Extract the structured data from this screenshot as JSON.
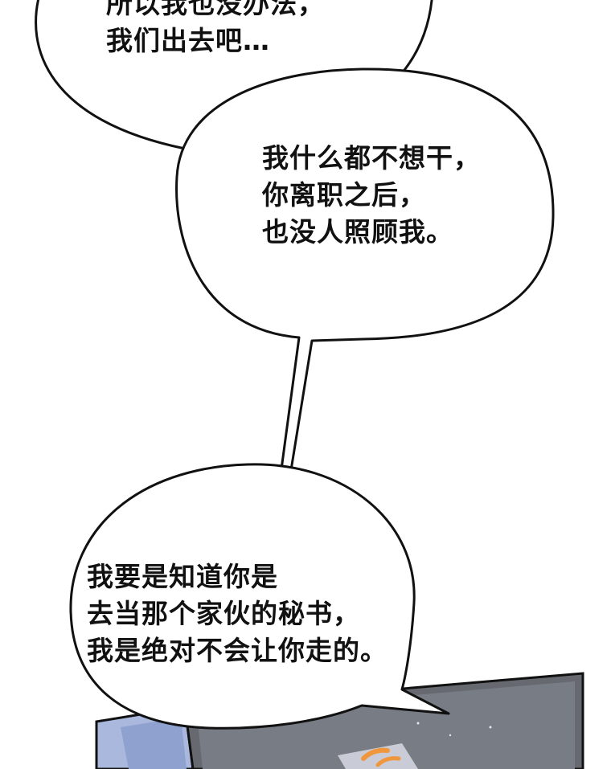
{
  "bubbles": [
    {
      "lines": [
        "所以我也没办法，",
        "我们出去吧…"
      ]
    },
    {
      "lines": [
        "我什么都不想干，",
        "你离职之后，",
        "也没人照顾我。"
      ]
    },
    {
      "lines": [
        "我要是知道你是",
        "去当那个家伙的秘书，",
        "我是绝对不会让你走的。"
      ]
    }
  ],
  "colors": {
    "background": "#ffffff",
    "ink": "#111111",
    "desk_dark": "#666a70",
    "desk_light": "#c9ccd6",
    "chair_blue": "#a9b8dc",
    "accent_orange": "#f0973e"
  }
}
